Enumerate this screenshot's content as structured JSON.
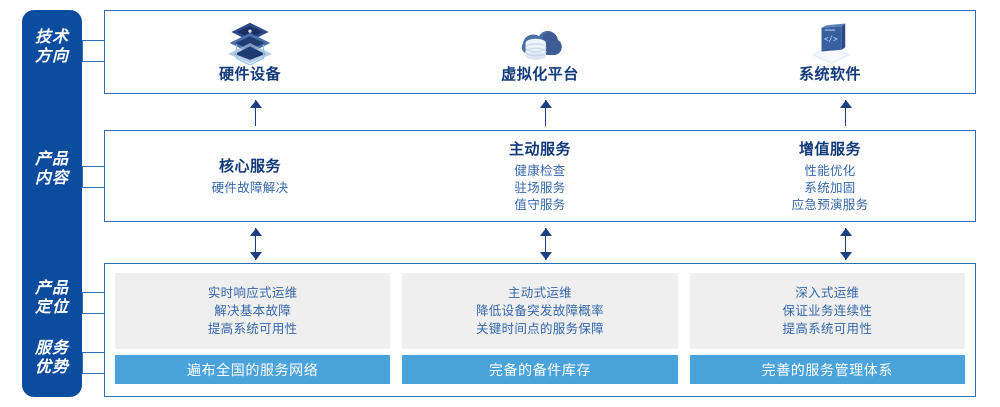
{
  "rail": {
    "labels": [
      {
        "id": "tech",
        "line1": "技术",
        "line2": "方向"
      },
      {
        "id": "content",
        "line1": "产品",
        "line2": "内容"
      },
      {
        "id": "position",
        "line1": "产品",
        "line2": "定位"
      },
      {
        "id": "advantage",
        "line1": "服务",
        "line2": "优势"
      }
    ],
    "color": "#0c4c9e"
  },
  "tech_row": {
    "items": [
      {
        "icon": "server-stack-icon",
        "title": "硬件设备"
      },
      {
        "icon": "cloud-database-icon",
        "title": "虚拟化平台"
      },
      {
        "icon": "laptop-code-icon",
        "title": "系统软件"
      }
    ]
  },
  "content_row": {
    "items": [
      {
        "heading": "核心服务",
        "lines": [
          "硬件故障解决"
        ]
      },
      {
        "heading": "主动服务",
        "lines": [
          "健康检查",
          "驻场服务",
          "值守服务"
        ]
      },
      {
        "heading": "增值服务",
        "lines": [
          "性能优化",
          "系统加固",
          "应急预演服务"
        ]
      }
    ]
  },
  "bottom_row": {
    "items": [
      {
        "grey_lines": [
          "实时响应式运维",
          "解决基本故障",
          "提高系统可用性"
        ],
        "bar": "遍布全国的服务网络"
      },
      {
        "grey_lines": [
          "主动式运维",
          "降低设备突发故障概率",
          "关键时间点的服务保障"
        ],
        "bar": "完备的备件库存"
      },
      {
        "grey_lines": [
          "深入式运维",
          "保证业务连续性",
          "提高系统可用性"
        ],
        "bar": "完善的服务管理体系"
      }
    ],
    "grey_bg": "#efefef",
    "bar_bg": "#4ba3dc"
  },
  "arrows": {
    "up_row": [
      {
        "name": "arrow-tech-to-content-1"
      },
      {
        "name": "arrow-tech-to-content-2"
      },
      {
        "name": "arrow-tech-to-content-3"
      }
    ],
    "double_row": [
      {
        "name": "arrow-content-to-bottom-1"
      },
      {
        "name": "arrow-content-to-bottom-2"
      },
      {
        "name": "arrow-content-to-bottom-3"
      }
    ]
  },
  "colors": {
    "rail_blue": "#0c4c9e",
    "border_blue": "#2f6db5",
    "heading_blue": "#123a7a",
    "text_blue": "#3567ab",
    "bar_blue": "#4ba3dc",
    "grey": "#efefef",
    "arrow": "#1c3f80"
  }
}
